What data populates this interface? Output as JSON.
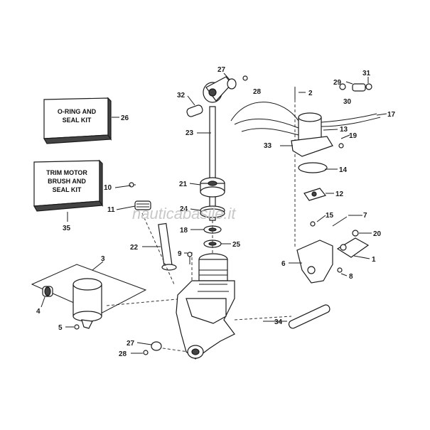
{
  "watermark": "nauticabasile.it",
  "kits": {
    "oring": {
      "lines": [
        "O-RING AND",
        "SEAL KIT"
      ],
      "ref": "26"
    },
    "trim": {
      "lines": [
        "TRIM MOTOR",
        "BRUSH AND",
        "SEAL KIT"
      ],
      "ref": "35"
    }
  },
  "callouts": [
    "27",
    "28",
    "32",
    "23",
    "2",
    "29",
    "31",
    "30",
    "17",
    "13",
    "19",
    "33",
    "14",
    "10",
    "21",
    "12",
    "11",
    "24",
    "15",
    "7",
    "18",
    "20",
    "25",
    "22",
    "9",
    "6",
    "1",
    "3",
    "8",
    "4",
    "34",
    "5",
    "27",
    "28"
  ]
}
